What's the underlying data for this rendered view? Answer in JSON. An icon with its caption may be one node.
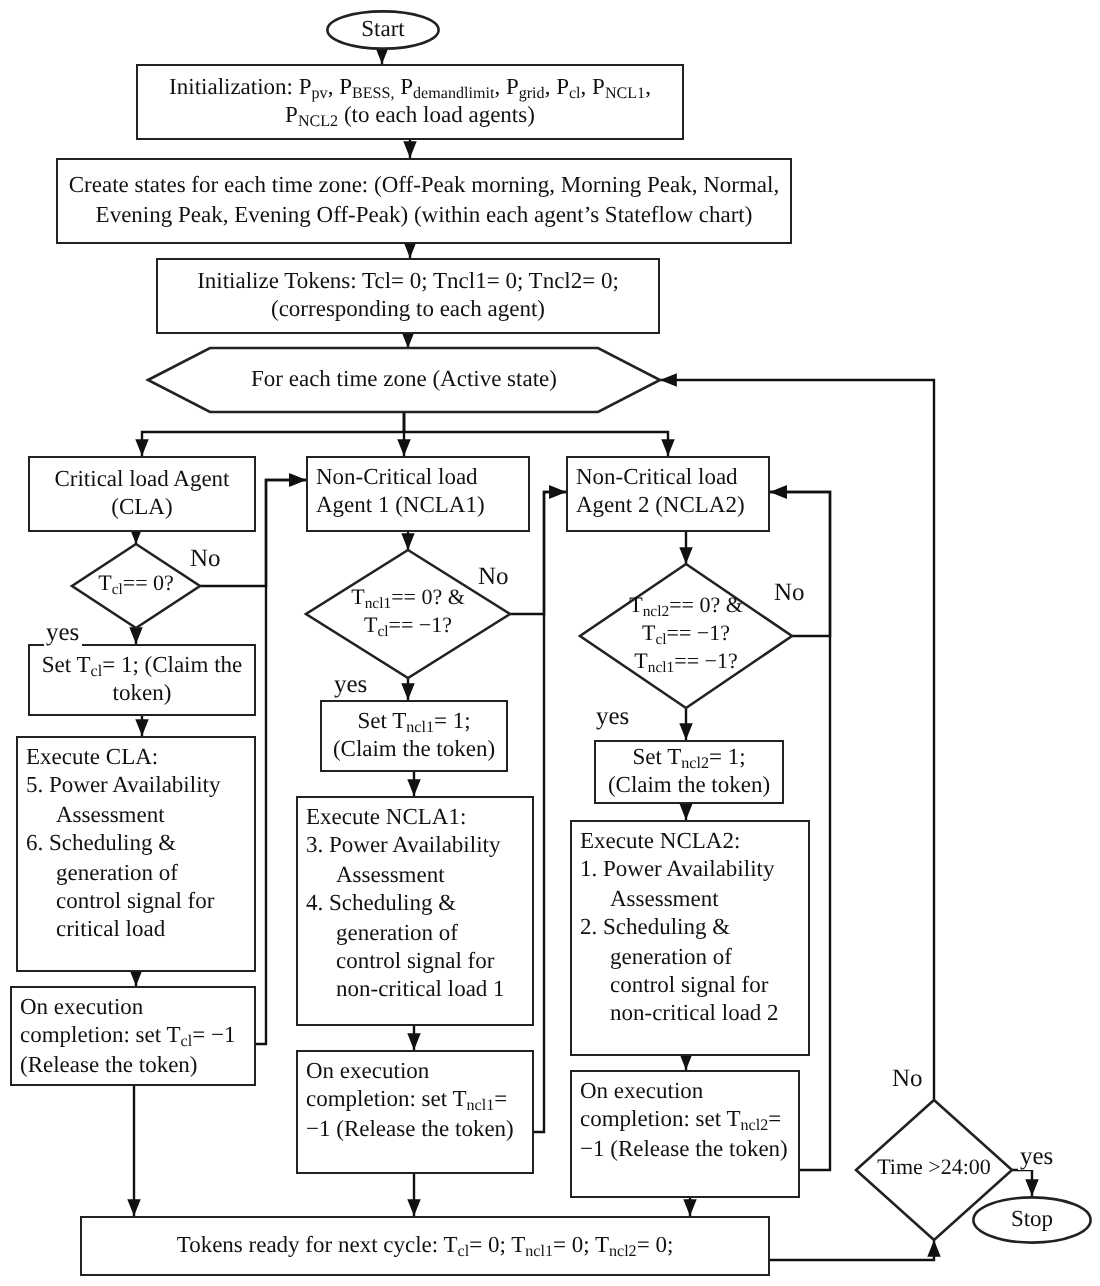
{
  "diagram": {
    "nodes": [
      {
        "text": [
          "Start"
        ]
      },
      {
        "text": [
          "Initialization: P$_{pv}$, P$_{BESS,}$ P$_{demandlimit}$, P$_{grid}$, P$_{cl}$, P$_{NCL1}$, P$_{NCL2}$ (to each load agents)"
        ]
      },
      {
        "text": [
          "Create states for each time zone: (Off-Peak morning, Morning Peak, Normal, Evening Peak, Evening Off-Peak) (within each agent’s Stateflow chart)"
        ]
      },
      {
        "text": [
          "Initialize Tokens: Tcl= 0; Tncl1= 0; Tncl2= 0; (corresponding to each agent)"
        ]
      },
      {
        "text": [
          "For each time zone (Active state)"
        ]
      },
      {
        "text": [
          "Critical load Agent (CLA)"
        ]
      },
      {
        "text": [
          "T$_{cl}$== 0?"
        ]
      },
      {
        "text": [
          "Set T$_{cl}$= 1; (Claim the token)"
        ]
      },
      {
        "text": [
          "Execute CLA:",
          "5. Power Availability Assessment",
          "6. Scheduling & generation of control signal for critical load"
        ]
      },
      {
        "text": [
          "On execution completion: set T$_{cl}$= −1 (Release the token)"
        ]
      },
      {
        "text": [
          "Non-Critical load Agent 1 (NCLA1)"
        ]
      },
      {
        "text": [
          "T$_{ncl1}$== 0? & T$_{cl}$== −1?"
        ]
      },
      {
        "text": [
          "Set T$_{ncl1}$= 1; (Claim the token)"
        ]
      },
      {
        "text": [
          "Execute NCLA1:",
          "3. Power Availability Assessment",
          "4. Scheduling & generation of control signal for non-critical load 1"
        ]
      },
      {
        "text": [
          "On execution completion: set T$_{ncl1}$= −1 (Release the token)"
        ]
      },
      {
        "text": [
          "Non-Critical load Agent 2 (NCLA2)"
        ]
      },
      {
        "text": [
          "T$_{ncl2}$== 0? & T$_{cl}$== −1? T$_{ncl1}$== −1?"
        ]
      },
      {
        "text": [
          "Set T$_{ncl2}$= 1; (Claim the token)"
        ]
      },
      {
        "text": [
          "Execute NCLA2:",
          "1. Power Availability Assessment",
          "2. Scheduling & generation of control signal for non-critical load 2"
        ]
      },
      {
        "text": [
          "On execution completion: set T$_{ncl2}$= −1 (Release the token)"
        ]
      },
      {
        "text": [
          "Tokens ready for next cycle: T$_{cl}$= 0; T$_{ncl1}$= 0; T$_{ncl2}$= 0;"
        ]
      },
      {
        "text": [
          "Time >24:00"
        ]
      },
      {
        "text": [
          "Stop"
        ]
      }
    ],
    "edges": [
      {
        "from": 0,
        "to": 1,
        "arrow": "to"
      },
      {
        "from": 1,
        "to": 2,
        "arrow": "to"
      },
      {
        "from": 2,
        "to": 3,
        "arrow": "to"
      },
      {
        "from": 3,
        "to": 4,
        "arrow": "to"
      },
      {
        "from": 4,
        "to": 5,
        "arrow": "to"
      },
      {
        "from": 4,
        "to": 10,
        "arrow": "to"
      },
      {
        "from": 4,
        "to": 15,
        "arrow": "to"
      },
      {
        "from": 5,
        "to": 6,
        "arrow": "to"
      },
      {
        "from": 6,
        "to": 7,
        "arrow": "to",
        "label": "yes"
      },
      {
        "from": 7,
        "to": 8,
        "arrow": "to"
      },
      {
        "from": 8,
        "to": 9,
        "arrow": "to"
      },
      {
        "from": 6,
        "to": 10,
        "arrow": "to",
        "label": "No"
      },
      {
        "from": 9,
        "to": 10,
        "arrow": "to"
      },
      {
        "from": 10,
        "to": 11,
        "arrow": "to"
      },
      {
        "from": 11,
        "to": 12,
        "arrow": "to",
        "label": "yes"
      },
      {
        "from": 12,
        "to": 13,
        "arrow": "to"
      },
      {
        "from": 13,
        "to": 14,
        "arrow": "to"
      },
      {
        "from": 11,
        "to": 15,
        "arrow": "to",
        "label": "No"
      },
      {
        "from": 14,
        "to": 15,
        "arrow": "to"
      },
      {
        "from": 15,
        "to": 16,
        "arrow": "to"
      },
      {
        "from": 16,
        "to": 17,
        "arrow": "to",
        "label": "yes"
      },
      {
        "from": 17,
        "to": 18,
        "arrow": "to"
      },
      {
        "from": 18,
        "to": 19,
        "arrow": "to"
      },
      {
        "from": 16,
        "to": 15,
        "arrow": "to",
        "label": "No"
      },
      {
        "from": 19,
        "to": 15,
        "arrow": "to"
      },
      {
        "from": 9,
        "to": 20,
        "arrow": "to"
      },
      {
        "from": 14,
        "to": 20,
        "arrow": "to"
      },
      {
        "from": 19,
        "to": 20,
        "arrow": "to"
      },
      {
        "from": 20,
        "to": 21,
        "arrow": "to"
      },
      {
        "from": 21,
        "to": 4,
        "arrow": "to",
        "label": "No"
      },
      {
        "from": 21,
        "to": 22,
        "arrow": "to",
        "label": "yes"
      }
    ]
  }
}
